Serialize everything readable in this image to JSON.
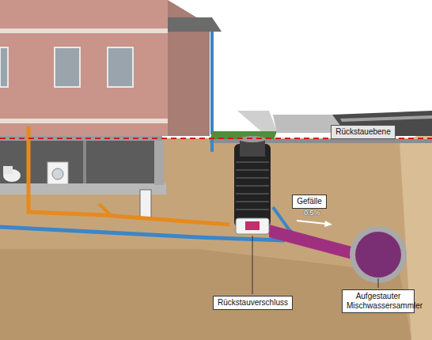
{
  "diagram": {
    "nodes": [
      {
        "text": [
          "Rückstauebene"
        ]
      },
      {
        "text": [
          "Gefälle"
        ]
      },
      {
        "text": [
          "Rückstauverschluss"
        ]
      },
      {
        "text": [
          "Aufgestauter Mischwassersammler"
        ]
      }
    ],
    "labels": [
      "0.5%"
    ]
  }
}
